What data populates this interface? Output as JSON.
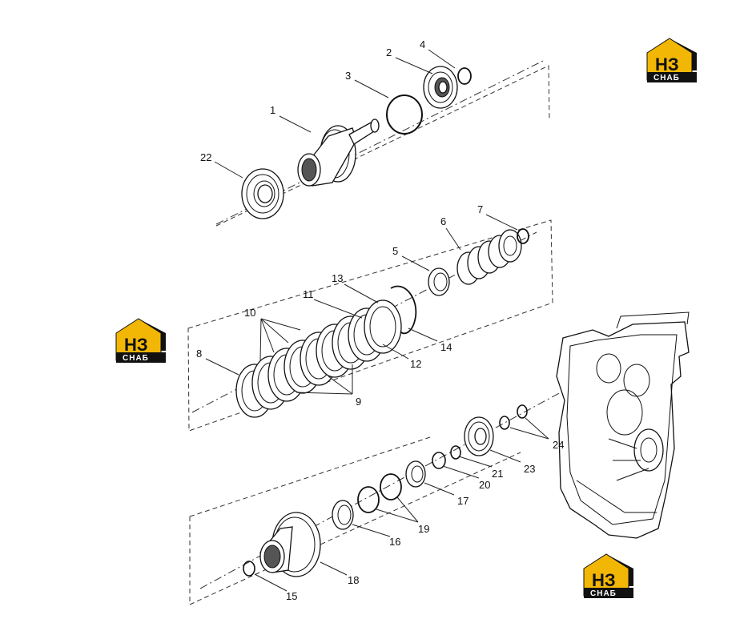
{
  "watermark": {
    "top_text": "НЗ",
    "bottom_text": "СНАБ",
    "colors": {
      "house": "#f2b705",
      "dark": "#111111",
      "text_light": "#ffffff"
    }
  },
  "callouts": [
    "1",
    "2",
    "3",
    "4",
    "5",
    "6",
    "7",
    "8",
    "9",
    "10",
    "11",
    "12",
    "13",
    "14",
    "15",
    "16",
    "17",
    "18",
    "19",
    "20",
    "21",
    "22",
    "23",
    "24"
  ]
}
